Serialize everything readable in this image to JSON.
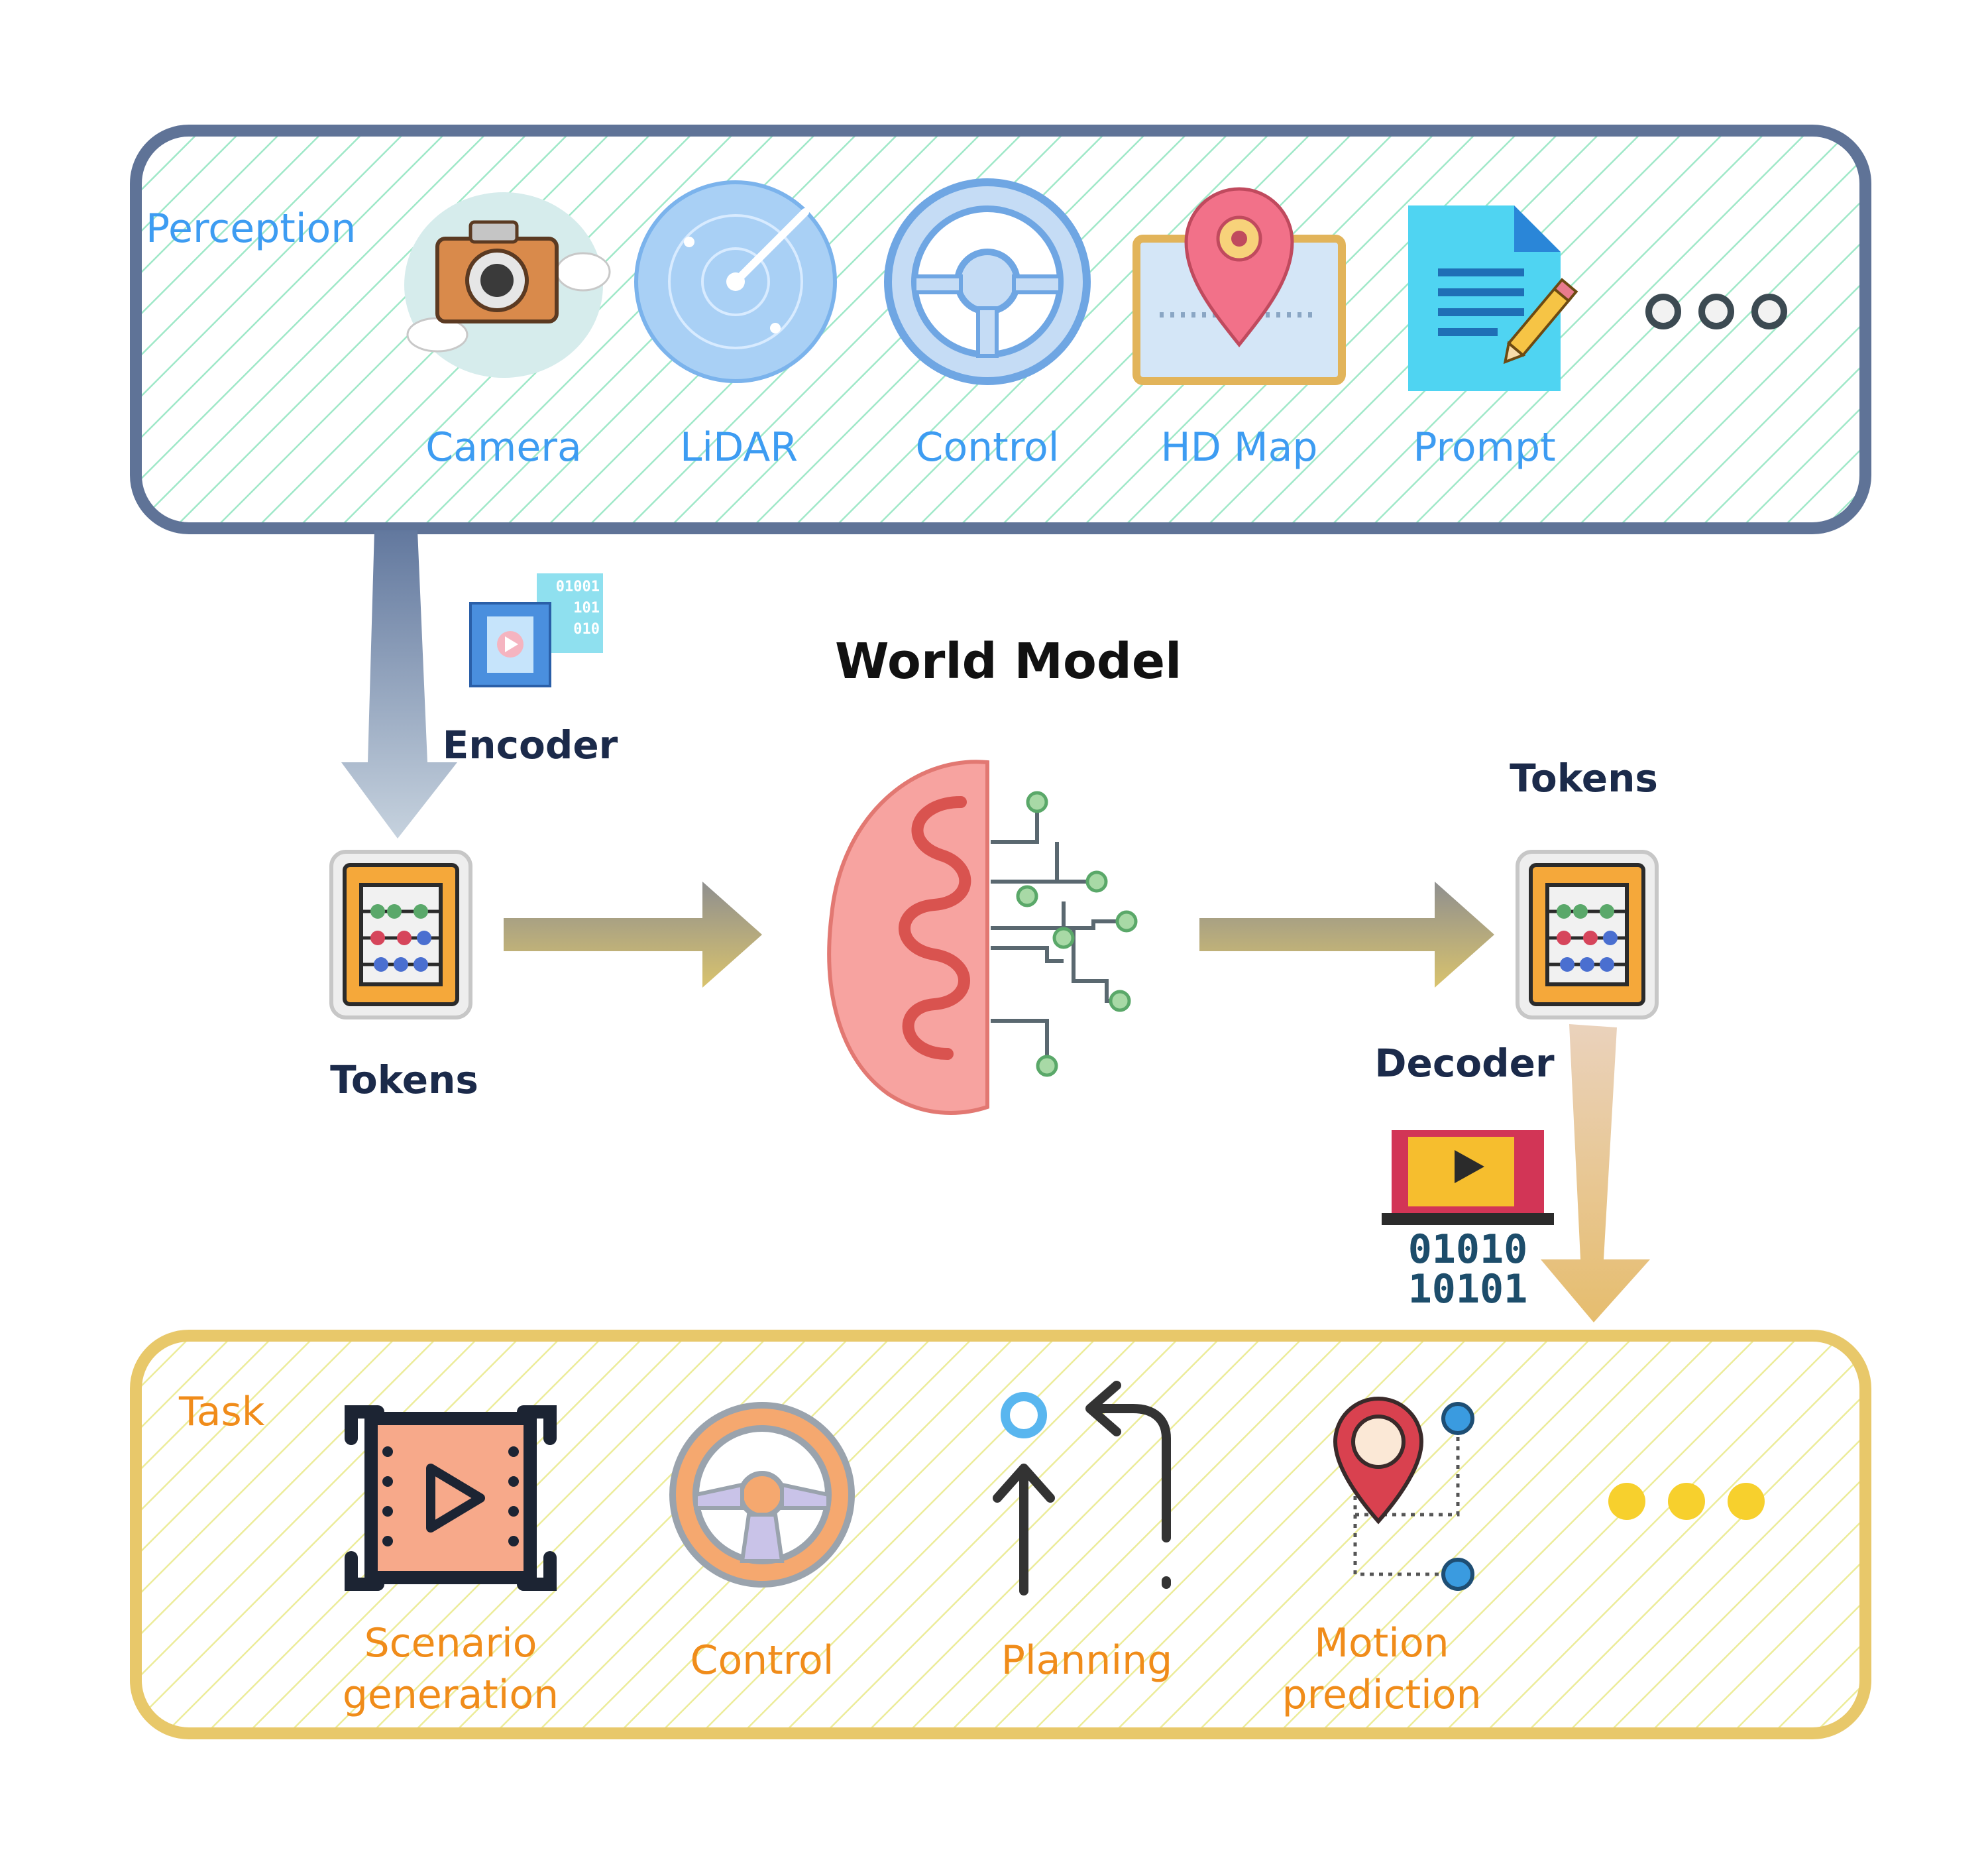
{
  "perception": {
    "title": "Perception",
    "items": [
      {
        "label": "Camera",
        "icon": "camera-icon"
      },
      {
        "label": "LiDAR",
        "icon": "radar-icon"
      },
      {
        "label": "Control",
        "icon": "steering-wheel-icon"
      },
      {
        "label": "HD Map",
        "icon": "map-pin-icon"
      },
      {
        "label": "Prompt",
        "icon": "document-pencil-icon"
      }
    ],
    "more_icon": "ellipsis-icon"
  },
  "world_model": {
    "title": "World Model",
    "icon": "brain-circuit-icon"
  },
  "encoder": {
    "label": "Encoder",
    "icon": "video-binary-icon"
  },
  "decoder": {
    "label": "Decoder",
    "icon": "video-binary-icon"
  },
  "tokens_left": {
    "label": "Tokens",
    "icon": "abacus-icon"
  },
  "tokens_right": {
    "label": "Tokens",
    "icon": "abacus-icon"
  },
  "encoder_binary": [
    "01001",
    "101",
    "010"
  ],
  "decoder_binary": [
    "01010",
    "10101"
  ],
  "task": {
    "title": "Task",
    "items": [
      {
        "label_line1": "Scenario",
        "label_line2": "generation",
        "icon": "video-play-icon"
      },
      {
        "label": "Control",
        "icon": "steering-wheel-icon"
      },
      {
        "label": "Planning",
        "icon": "turn-arrows-icon"
      },
      {
        "label_line1": "Motion",
        "label_line2": "prediction",
        "icon": "route-pin-icon"
      }
    ],
    "more_icon": "ellipsis-icon"
  },
  "colors": {
    "perception_border": "#5f7397",
    "perception_hatch": "#9fe8c8",
    "task_border": "#e8c86a",
    "task_hatch": "#ecec9a",
    "accent_blue": "#3d9cf2",
    "accent_orange": "#f08c1a"
  }
}
